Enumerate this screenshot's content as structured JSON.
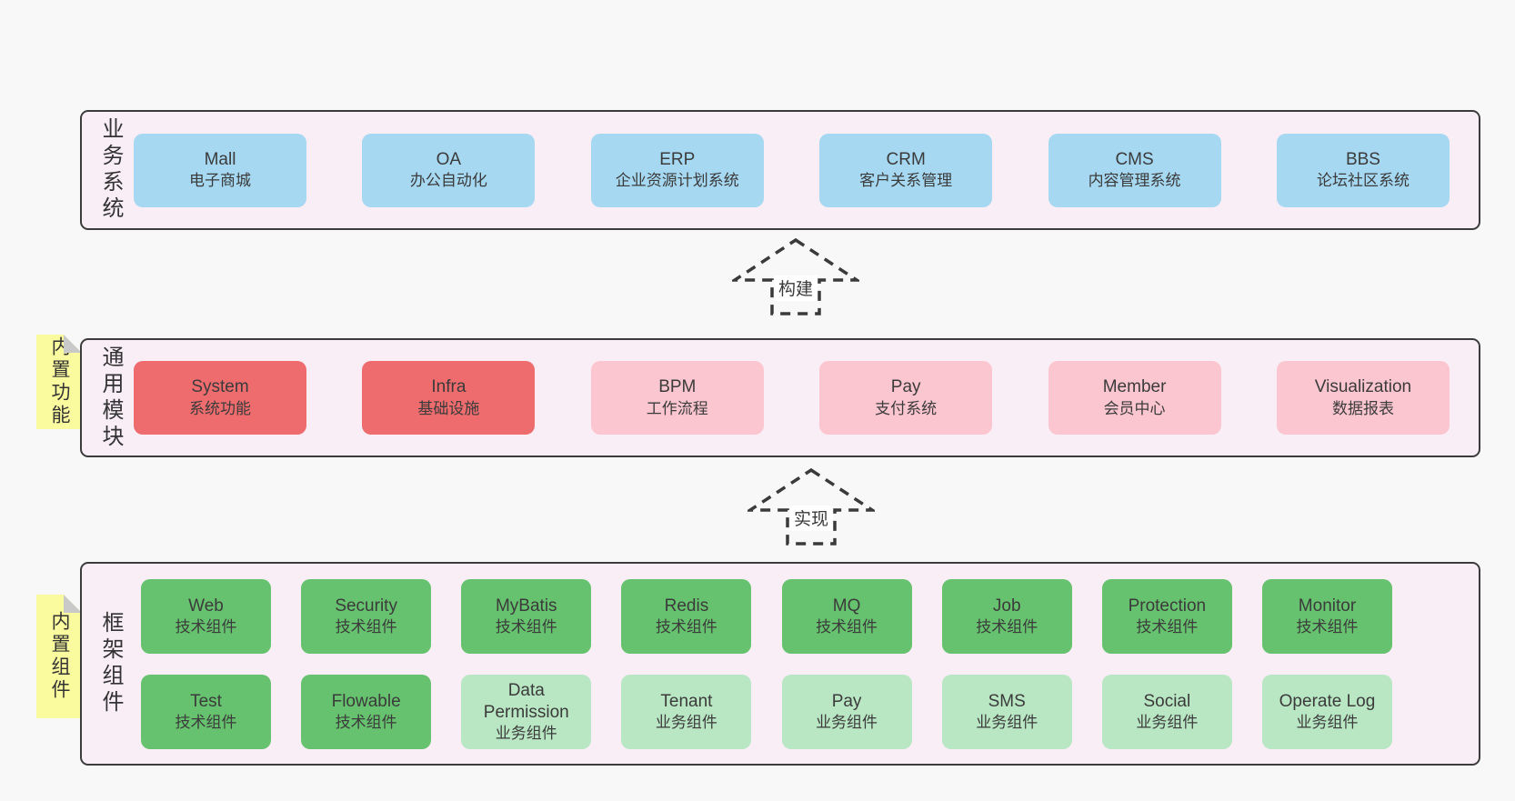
{
  "colors": {
    "page_bg": "#f8f8f8",
    "container_bg": "#f9eef6",
    "border": "#3c3c3c",
    "text": "#3b3b3b",
    "blue": "#a6d8f2",
    "red": "#ee6c6e",
    "pink": "#fbc6d0",
    "green": "#66c26e",
    "light_green": "#b9e6c3",
    "note_yellow": "#fafa9e",
    "note_fold": "#c9c9c9"
  },
  "layers": [
    {
      "id": "business-systems",
      "label": "业务系统",
      "note": null,
      "rows": [
        [
          {
            "title": "Mall",
            "subtitle": "电子商城",
            "variant": "blue"
          },
          {
            "title": "OA",
            "subtitle": "办公自动化",
            "variant": "blue"
          },
          {
            "title": "ERP",
            "subtitle": "企业资源计划系统",
            "variant": "blue"
          },
          {
            "title": "CRM",
            "subtitle": "客户关系管理",
            "variant": "blue"
          },
          {
            "title": "CMS",
            "subtitle": "内容管理系统",
            "variant": "blue"
          },
          {
            "title": "BBS",
            "subtitle": "论坛社区系统",
            "variant": "blue"
          }
        ]
      ]
    },
    {
      "id": "common-modules",
      "label": "通用模块",
      "note": "内置功能",
      "rows": [
        [
          {
            "title": "System",
            "subtitle": "系统功能",
            "variant": "red"
          },
          {
            "title": "Infra",
            "subtitle": "基础设施",
            "variant": "red"
          },
          {
            "title": "BPM",
            "subtitle": "工作流程",
            "variant": "pink"
          },
          {
            "title": "Pay",
            "subtitle": "支付系统",
            "variant": "pink"
          },
          {
            "title": "Member",
            "subtitle": "会员中心",
            "variant": "pink"
          },
          {
            "title": "Visualization",
            "subtitle": "数据报表",
            "variant": "pink"
          }
        ]
      ]
    },
    {
      "id": "framework-components",
      "label": "框架组件",
      "note": "内置组件",
      "rows": [
        [
          {
            "title": "Web",
            "subtitle": "技术组件",
            "variant": "green"
          },
          {
            "title": "Security",
            "subtitle": "技术组件",
            "variant": "green"
          },
          {
            "title": "MyBatis",
            "subtitle": "技术组件",
            "variant": "green"
          },
          {
            "title": "Redis",
            "subtitle": "技术组件",
            "variant": "green"
          },
          {
            "title": "MQ",
            "subtitle": "技术组件",
            "variant": "green"
          },
          {
            "title": "Job",
            "subtitle": "技术组件",
            "variant": "green"
          },
          {
            "title": "Protection",
            "subtitle": "技术组件",
            "variant": "green"
          },
          {
            "title": "Monitor",
            "subtitle": "技术组件",
            "variant": "green"
          }
        ],
        [
          {
            "title": "Test",
            "subtitle": "技术组件",
            "variant": "green"
          },
          {
            "title": "Flowable",
            "subtitle": "技术组件",
            "variant": "green"
          },
          {
            "title": "Data Permission",
            "subtitle": "业务组件",
            "variant": "light_green"
          },
          {
            "title": "Tenant",
            "subtitle": "业务组件",
            "variant": "light_green"
          },
          {
            "title": "Pay",
            "subtitle": "业务组件",
            "variant": "light_green"
          },
          {
            "title": "SMS",
            "subtitle": "业务组件",
            "variant": "light_green"
          },
          {
            "title": "Social",
            "subtitle": "业务组件",
            "variant": "light_green"
          },
          {
            "title": "Operate Log",
            "subtitle": "业务组件",
            "variant": "light_green"
          }
        ]
      ]
    }
  ],
  "arrows": [
    {
      "label": "构建"
    },
    {
      "label": "实现"
    }
  ]
}
